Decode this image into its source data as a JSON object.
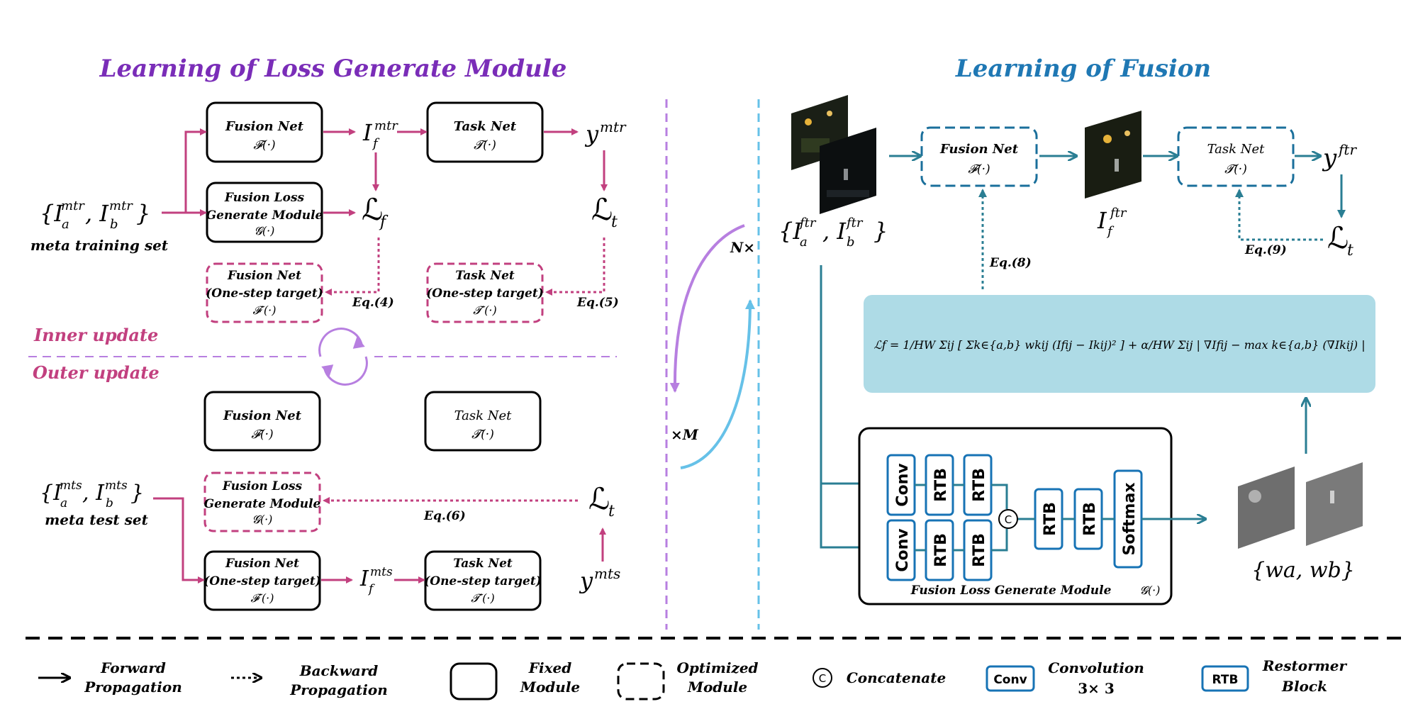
{
  "colors": {
    "magenta": "#c2407f",
    "purple_title": "#7a2db8",
    "lavender": "#b77fe0",
    "teal": "#2a7e93",
    "blue_title": "#1f78b4",
    "dash_blue": "#1a6f9b",
    "light_blue_line": "#66c1e8",
    "formula_bg": "#aedbe6",
    "block_blue": "#1773b5"
  },
  "left": {
    "title": "Learning of Loss Generate Module",
    "fusion_net": "Fusion Net",
    "fusion_net_sym": "𝓕(·)",
    "task_net": "Task Net",
    "task_net_sym": "𝓣(·)",
    "flg_line1": "Fusion Loss",
    "flg_line2": "Generate Module",
    "flg_sym": "𝓖(·)",
    "if_mtr": "I",
    "if_mtr_sub": "f",
    "if_mtr_sup": "mtr",
    "y_mtr": "y",
    "y_mtr_sup": "mtr",
    "loss_f": "ℒ",
    "loss_f_sub": "f",
    "loss_t": "ℒ",
    "loss_t_sub": "t",
    "input_mtr": "{I",
    "input_mtr_a": "a",
    "input_mtr_sup": "mtr",
    "input_mtr_b": "b",
    "meta_training": "meta training set",
    "fn_target_1": "Fusion Net",
    "fn_target_2": "(One-step target)",
    "fn_target_sym": "𝓕′(·)",
    "tn_target_1": "Task Net",
    "tn_target_2": "(One-step target)",
    "tn_target_sym": "𝓣′(·)",
    "eq4": "Eq.(4)",
    "eq5": "Eq.(5)",
    "inner_update": "Inner update",
    "outer_update": "Outer update",
    "meta_test": "meta test set",
    "eq6": "Eq.(6)",
    "if_mts_sup": "mts",
    "y_mts_sup": "mts"
  },
  "middle": {
    "n_times": "N×",
    "m_times": "×M"
  },
  "right": {
    "title": "Learning of Fusion",
    "fusion_net": "Fusion Net",
    "fusion_net_sym": "𝓕(·)",
    "task_net": "Task Net",
    "task_net_sym": "𝓣(·)",
    "if_ftr_sup": "ftr",
    "y_ftr_sup": "ftr",
    "eq8": "Eq.(8)",
    "eq9": "Eq.(9)",
    "input_ftr_sup": "ftr",
    "formula": "ℒf = 1/HW Σij [ Σk∈{a,b} wkij (Ifij − Ikij)² ] + α/HW Σij | ∇Ifij − max k∈{a,b} (∇Ikij) |",
    "conv": "Conv",
    "rtb": "RTB",
    "softmax": "Softmax",
    "concat": "C",
    "flg_label": "Fusion Loss Generate Module",
    "flg_sym": "𝓖(·)",
    "weights": "{wa, wb}"
  },
  "legend": {
    "forward_1": "Forward",
    "forward_2": "Propagation",
    "backward_1": "Backward",
    "backward_2": "Propagation",
    "fixed_1": "Fixed",
    "fixed_2": "Module",
    "optimized_1": "Optimized",
    "optimized_2": "Module",
    "concat_sym": "C",
    "concatenate": "Concatenate",
    "conv_box": "Conv",
    "convolution_1": "Convolution",
    "convolution_2": "3× 3",
    "rtb_box": "RTB",
    "restormer_1": "Restormer",
    "restormer_2": "Block"
  }
}
